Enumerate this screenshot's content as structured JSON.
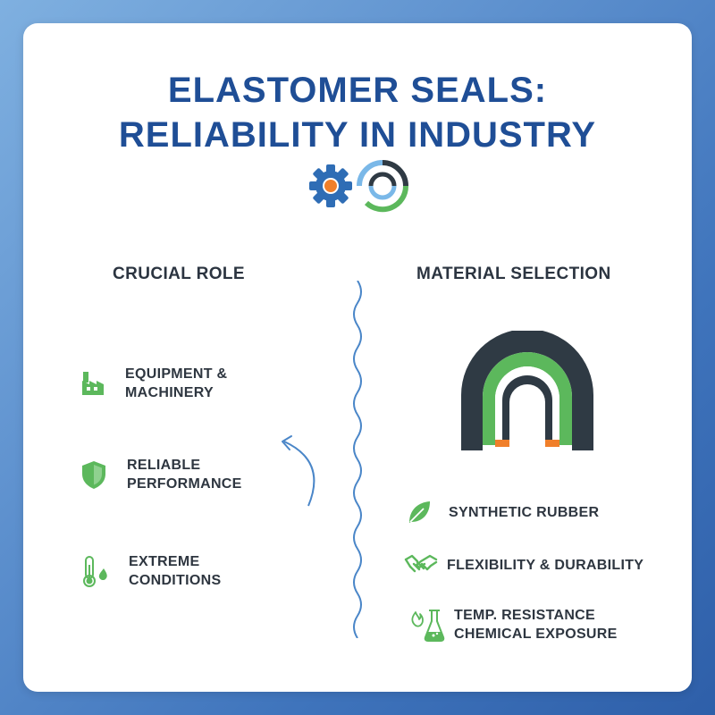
{
  "title": {
    "line1": "ELASTOMER SEALS:",
    "line2": "RELIABILITY IN INDUSTRY"
  },
  "hero_icons": [
    "gear-icon",
    "ring-seal-icon"
  ],
  "left_column": {
    "heading": "CRUCIAL ROLE",
    "items": [
      {
        "icon": "factory-icon",
        "line1": "EQUIPMENT &",
        "line2": "MACHINERY"
      },
      {
        "icon": "shield-icon",
        "line1": "RELIABLE",
        "line2": "PERFORMANCE"
      },
      {
        "icon": "thermometer-drop-icon",
        "line1": "EXTREME",
        "line2": "CONDITIONS"
      }
    ]
  },
  "right_column": {
    "heading": "MATERIAL SELECTION",
    "illustration": "u-seal-cross-section",
    "items": [
      {
        "icon": "leaf-icon",
        "line1": "SYNTHETIC RUBBER"
      },
      {
        "icon": "handshake-icon",
        "line1": "FLEXIBILITY & DURABILITY"
      },
      {
        "icon": "flame-flask-icon",
        "line1": "TEMP. RESISTANCE",
        "line2": "CHEMICAL EXPOSURE"
      }
    ]
  },
  "colors": {
    "title": "#1f4e96",
    "accent_green": "#5cb85c",
    "accent_blue": "#2f6db5",
    "accent_orange": "#f07f2a",
    "dark": "#2f3a44"
  }
}
